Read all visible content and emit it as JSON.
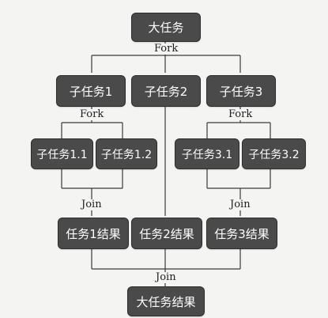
{
  "root": {
    "label": "大任务"
  },
  "forks": {
    "top": "Fork",
    "left": "Fork",
    "right": "Fork"
  },
  "subtasks": [
    {
      "label": "子任务1"
    },
    {
      "label": "子任务2"
    },
    {
      "label": "子任务3"
    }
  ],
  "subsubtasks": [
    {
      "label": "子任务1.1"
    },
    {
      "label": "子任务1.2"
    },
    {
      "label": "子任务3.1"
    },
    {
      "label": "子任务3.2"
    }
  ],
  "joins": {
    "left": "Join",
    "right": "Join",
    "bottom": "Join"
  },
  "results": [
    {
      "label": "任务1结果"
    },
    {
      "label": "任务2结果"
    },
    {
      "label": "任务3结果"
    }
  ],
  "final": {
    "label": "大任务结果"
  }
}
